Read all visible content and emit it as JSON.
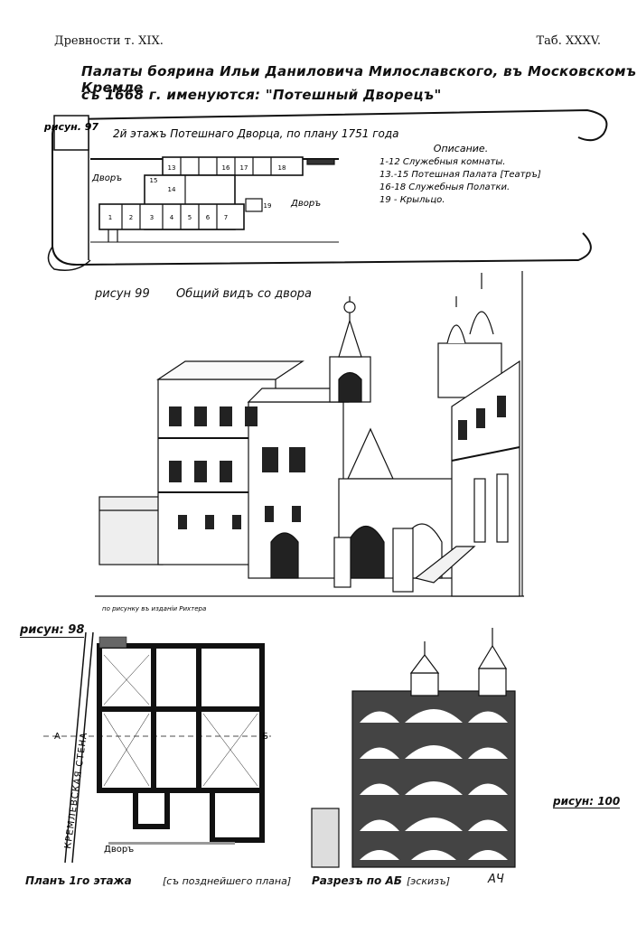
{
  "header": {
    "left": "Древности т. XIX.",
    "right": "Таб. XXXV."
  },
  "title": {
    "line1": "Палаты боярина Ильи Даниловича Милославского, въ Московскомъ Кремле",
    "line2": "съ 1668 г. именуются: \"Потешный Дворецъ\""
  },
  "fig97": {
    "label": "рисун. 97",
    "caption": "2й этажъ Потешнаго Дворца, по плану 1751 года",
    "court_left": "Дворъ",
    "court_right": "Дворъ",
    "room_numbers": [
      "1",
      "2",
      "3",
      "4",
      "5",
      "6",
      "7",
      "13",
      "14",
      "15",
      "16",
      "17",
      "18",
      "19"
    ],
    "legend_title": "Описание.",
    "legend": [
      "1-12  Служебныя комнаты.",
      "13.-15  Потешная Палата [Театръ]",
      "16-18  Служебныя Полатки.",
      "19 - Крыльцо."
    ]
  },
  "fig99": {
    "label": "рисун 99",
    "caption": "Общий видъ со двора",
    "credit": "по рисунку въ изданіи Рихтера"
  },
  "fig98": {
    "label": "рисун: 98",
    "wall_label": "КРЕМЛЕВСКАЯ СТЕНА",
    "mark_a": "А",
    "mark_b": "Б",
    "court": "Дворъ",
    "caption": "Планъ 1го этажа",
    "caption_note": "[съ позднейшего плана]"
  },
  "fig100": {
    "label": "рисун: 100",
    "caption": "Разрезъ по АБ",
    "caption_note": "[эскизъ]",
    "signature": "АЧ"
  }
}
